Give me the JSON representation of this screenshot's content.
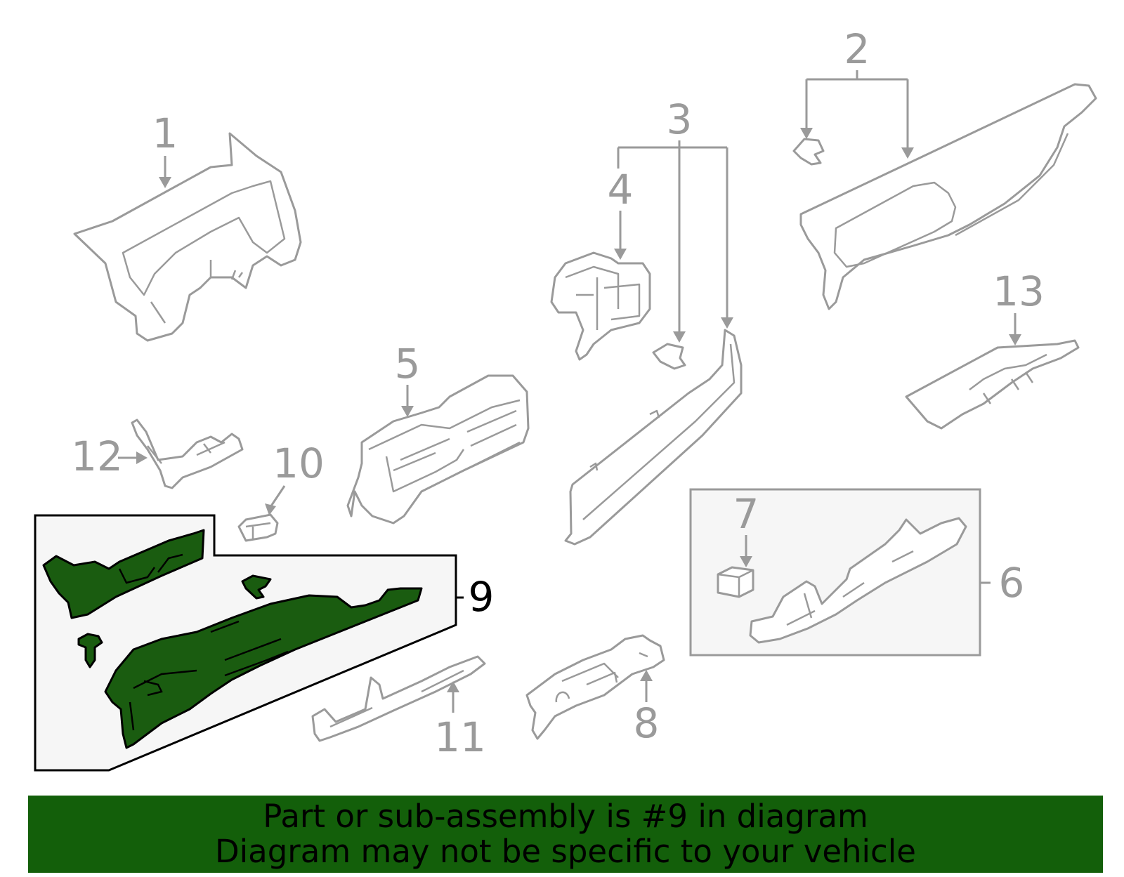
{
  "callouts": {
    "c1": "1",
    "c2": "2",
    "c3": "3",
    "c4": "4",
    "c5": "5",
    "c6": "6",
    "c7": "7",
    "c8": "8",
    "c9": "9",
    "c10": "10",
    "c11": "11",
    "c12": "12",
    "c13": "13"
  },
  "highlighted_part": "9",
  "colors": {
    "highlight_fill": "#1a5c10",
    "banner_bg": "#135f0a",
    "line_gray": "#9a9a9a",
    "group_box_bg": "#f6f6f6"
  },
  "banner": {
    "line1": "Part or sub-assembly is #9 in diagram",
    "line2": "Diagram may not be specific to your vehicle"
  }
}
